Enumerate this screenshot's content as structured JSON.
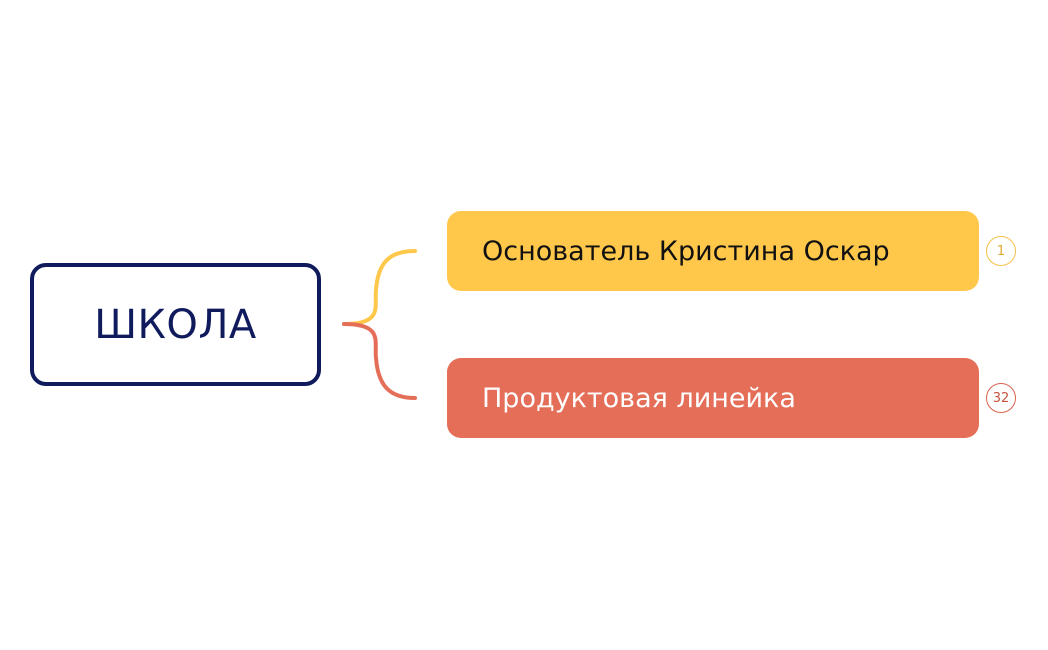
{
  "root": {
    "label": "ШКОЛА",
    "border_color": "#0f1b5c"
  },
  "branches": [
    {
      "label": "Основатель Кристина Оскар",
      "color": "#ffc84a",
      "count": "1"
    },
    {
      "label": "Продуктовая линейка",
      "color": "#e46e58",
      "count": "32"
    }
  ]
}
